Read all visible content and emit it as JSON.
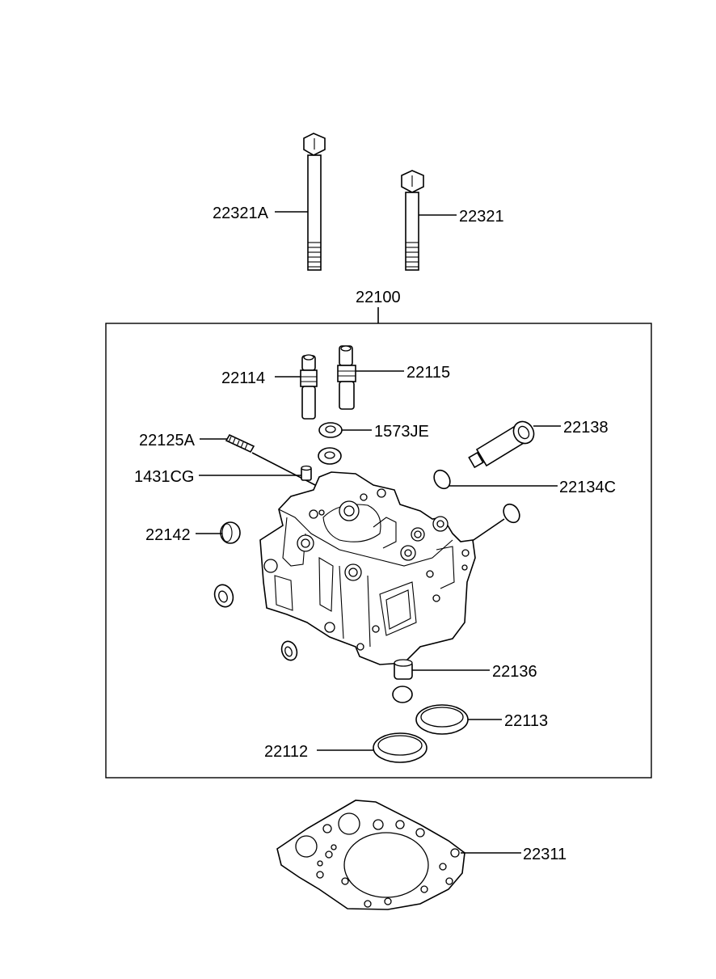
{
  "labels": {
    "bolt_long": "22321A",
    "bolt_short": "22321",
    "assembly": "22100",
    "guide_intake": "22114",
    "guide_exhaust": "22115",
    "seal": "1573JE",
    "sleeve": "22138",
    "stud": "22125A",
    "pin": "1431CG",
    "plug_c": "22134C",
    "plug": "22142",
    "dowel": "22136",
    "ring_upper": "22113",
    "ring_lower": "22112",
    "gasket": "22311"
  }
}
